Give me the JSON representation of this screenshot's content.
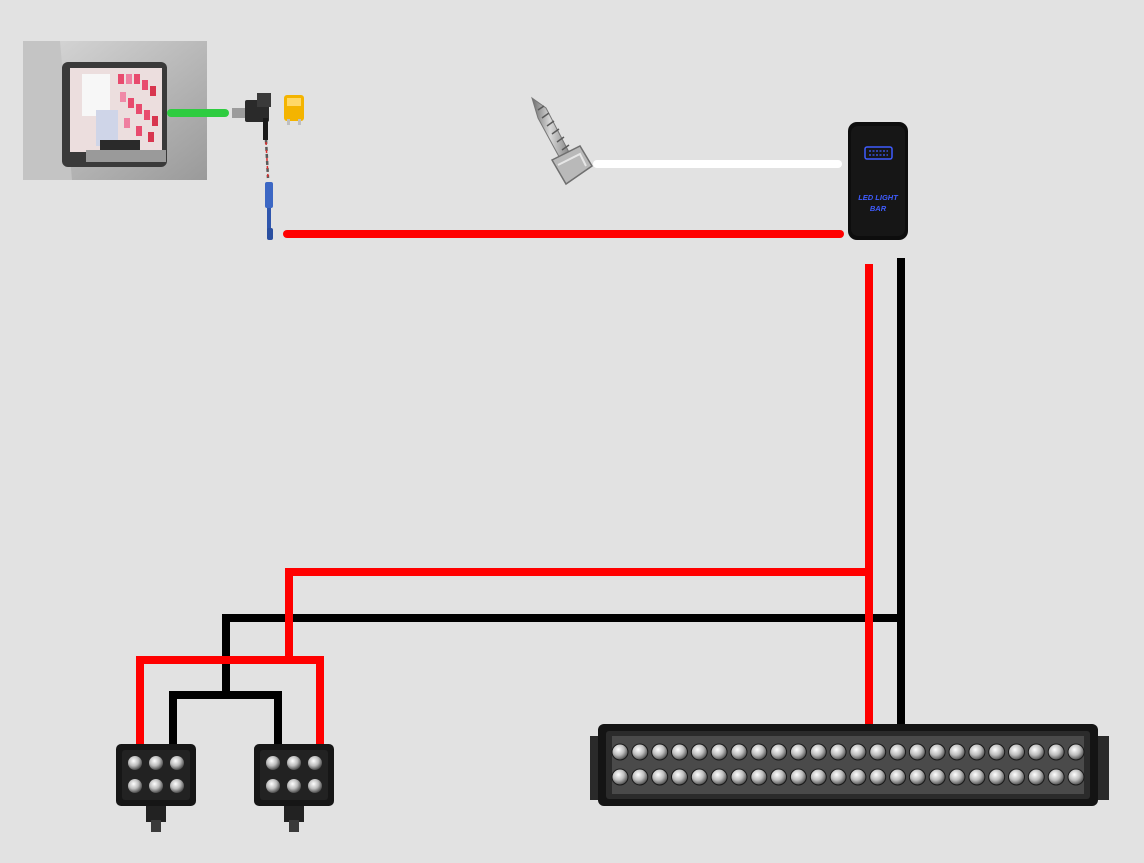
{
  "switch": {
    "label_line1": "LED LIGHT",
    "label_line2": "BAR",
    "glow_color": "#3f5cff"
  },
  "colors": {
    "background": "#e2e2e2",
    "power_wire": "#ff0000",
    "ground_wire": "#000000",
    "fuse_tap_wire": "#2ecc40",
    "switch_ground_wire": "#ffffff",
    "fuse": "#f4b400"
  },
  "components": {
    "fuse_box": "fuse-box-photo",
    "fuse_tap": "add-a-circuit-fuse-tap",
    "ground_screw": "self-tapping-ground-screw",
    "rocker_switch": "illuminated-rocker-switch",
    "pod_lights": 2,
    "light_bar": "double-row-led-light-bar",
    "light_bar_leds_per_row": 24
  }
}
